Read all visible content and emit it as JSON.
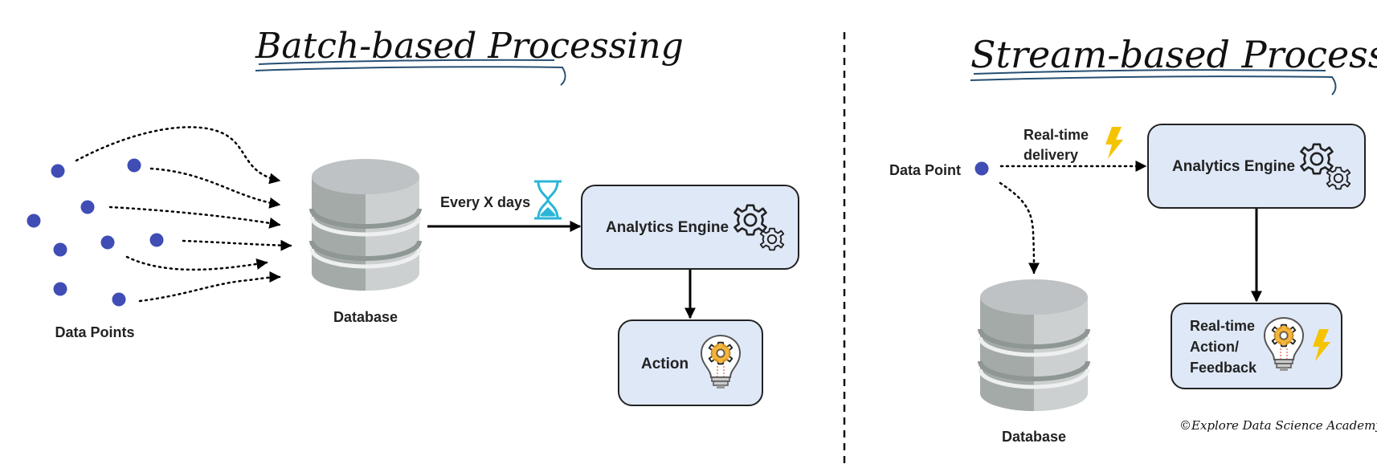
{
  "colors": {
    "dot": "#3f4db5",
    "box_fill": "#dfe8f7",
    "box_stroke": "#222222",
    "title_underline": "#264f72",
    "hourglass": "#2bb5d8",
    "bolt": "#f5c400",
    "bulb_gear": "#f2a81d",
    "db_light": "#bfc2c4",
    "db_dark": "#9aa29f"
  },
  "batch": {
    "title": "Batch-based Processing",
    "data_points_label": "Data Points",
    "database_label": "Database",
    "interval_label": "Every X days",
    "engine_label": "Analytics Engine",
    "action_label": "Action",
    "icons": [
      "hourglass-icon",
      "gears-icon",
      "lightbulb-gear-icon",
      "database-icon"
    ]
  },
  "stream": {
    "title": "Stream-based Processing",
    "data_point_label": "Data Point",
    "delivery_label_line1": "Real-time",
    "delivery_label_line2": "delivery",
    "engine_label": "Analytics Engine",
    "action_label_line1": "Real-time",
    "action_label_line2": "Action/",
    "action_label_line3": "Feedback",
    "database_label": "Database",
    "icons": [
      "lightning-icon",
      "gears-icon",
      "lightbulb-gear-icon",
      "database-icon"
    ]
  },
  "credit": "©Explore Data Science Academy"
}
